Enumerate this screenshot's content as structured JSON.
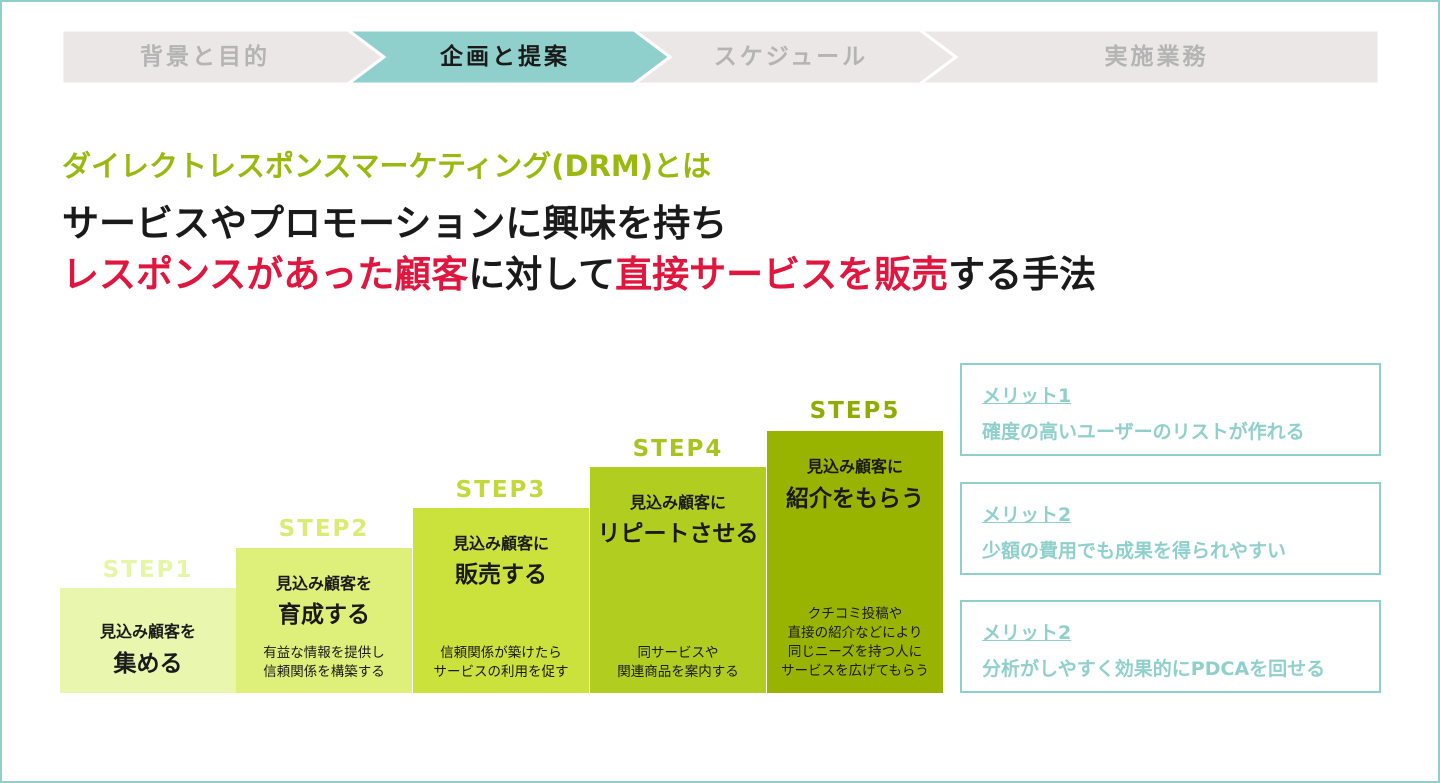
{
  "nav": {
    "items": [
      {
        "label": "背景と目的",
        "active": false
      },
      {
        "label": "企画と提案",
        "active": true
      },
      {
        "label": "スケジュール",
        "active": false
      },
      {
        "label": "実施業務",
        "active": false
      }
    ],
    "inactive_color": "#ebe7e6",
    "active_color": "#8fd0cc"
  },
  "intro": "ダイレクトレスポンスマーケティング(DRM)とは",
  "headline": {
    "line1": "サービスやプロモーションに興味を持ち",
    "line2": {
      "red1": "レスポンスがあった顧客",
      "black1": "に対して",
      "red2": "直接サービスを販売",
      "black2": "する手法"
    }
  },
  "steps": [
    {
      "label": "STEP1",
      "title1": "見込み顧客を",
      "title2": "集める",
      "desc1": "",
      "desc2": "",
      "desc3": "",
      "desc4": "",
      "box_color": "#e9f6ae",
      "label_color": "#e6f5a6"
    },
    {
      "label": "STEP2",
      "title1": "見込み顧客を",
      "title2": "育成する",
      "desc1": "有益な情報を提供し",
      "desc2": "信頼関係を構築する",
      "desc3": "",
      "desc4": "",
      "box_color": "#dff07a",
      "label_color": "#dceb73"
    },
    {
      "label": "STEP3",
      "title1": "見込み顧客に",
      "title2": "販売する",
      "desc1": "信頼関係が築けたら",
      "desc2": "サービスの利用を促す",
      "desc3": "",
      "desc4": "",
      "box_color": "#cbe23d",
      "label_color": "#c3d93a"
    },
    {
      "label": "STEP4",
      "title1": "見込み顧客に",
      "title2": "リピートさせる",
      "desc1": "同サービスや",
      "desc2": "関連商品を案内する",
      "desc3": "",
      "desc4": "",
      "box_color": "#b1cd20",
      "label_color": "#a9c41e"
    },
    {
      "label": "STEP5",
      "title1": "見込み顧客に",
      "title2": "紹介をもらう",
      "desc1": "クチコミ投稿や",
      "desc2": "直接の紹介などにより",
      "desc3": "同じニーズを持つ人に",
      "desc4": "サービスを広げてもらう",
      "box_color": "#98b400",
      "label_color": "#92ab00"
    }
  ],
  "merits": [
    {
      "title": "メリット1",
      "text": "確度の高いユーザーのリストが作れる"
    },
    {
      "title": "メリット2",
      "text": "少額の費用でも成果を得られやすい"
    },
    {
      "title": "メリット2",
      "text": "分析がしやすく効果的にPDCAを回せる"
    }
  ]
}
